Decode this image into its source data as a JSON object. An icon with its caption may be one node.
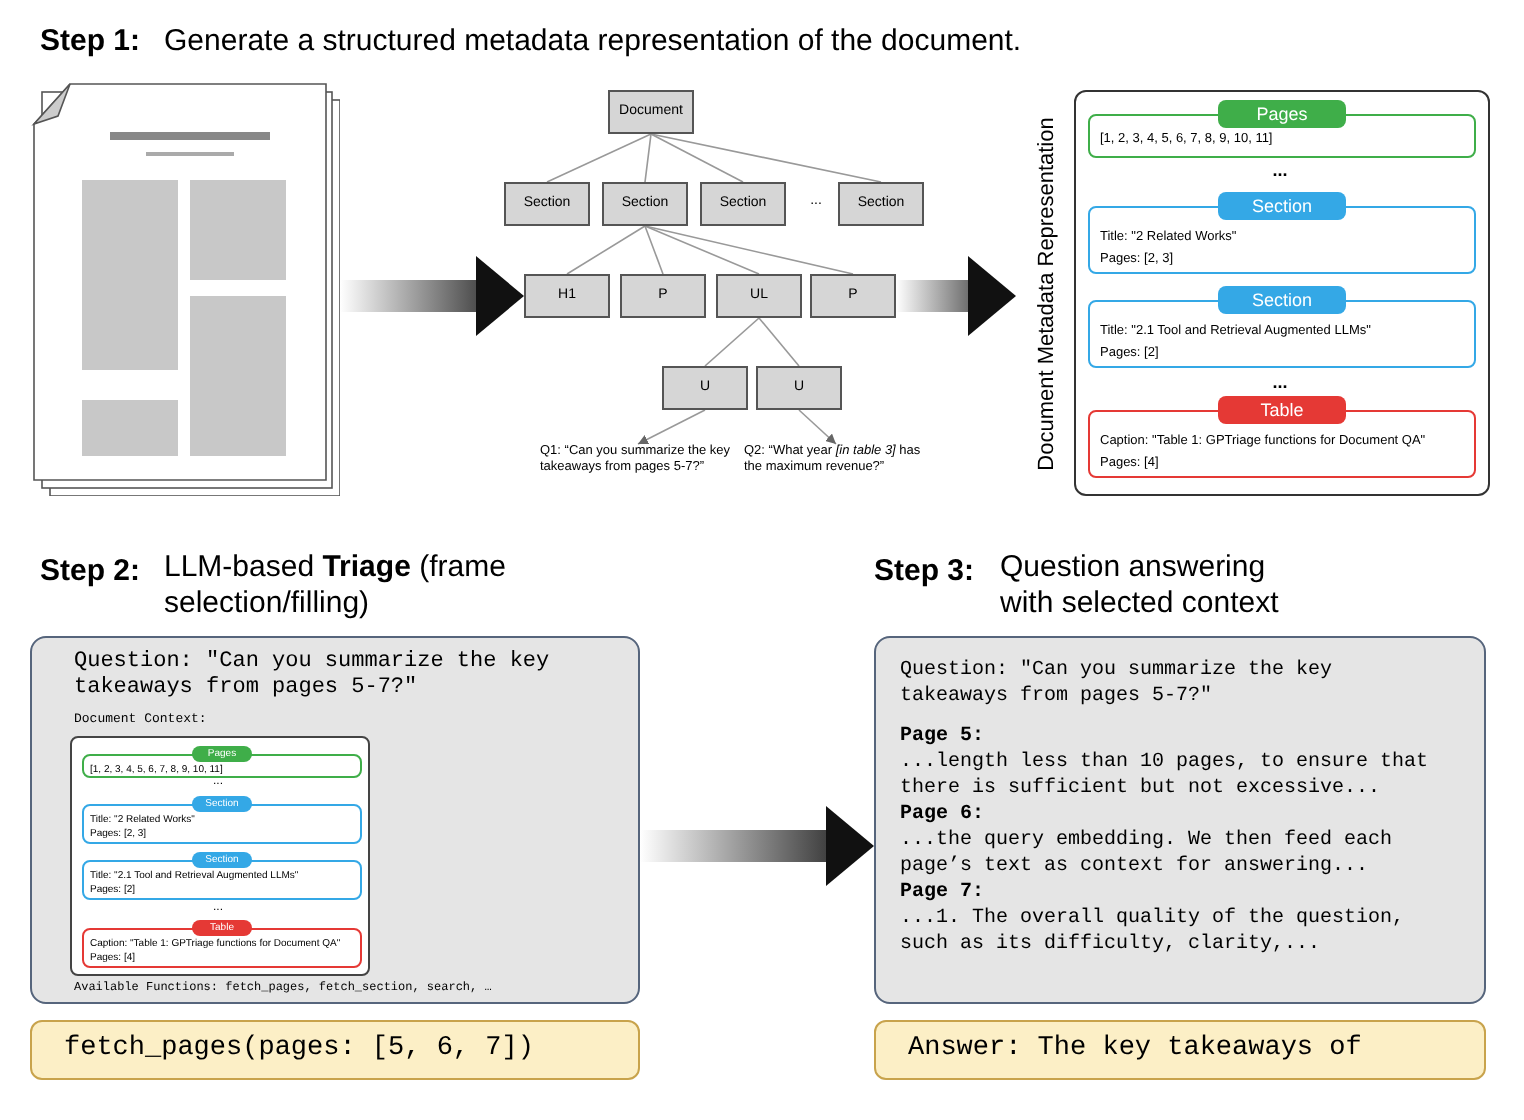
{
  "diagram": {
    "nodes": [
      {
        "text": [],
        "shape": "picture"
      },
      {
        "text": [
          "Document"
        ]
      },
      {
        "text": [
          "Section"
        ]
      },
      {
        "text": [
          "Section"
        ]
      },
      {
        "text": [
          "Section"
        ]
      },
      {
        "text": [
          "Section"
        ]
      },
      {
        "text": [
          "H1"
        ]
      },
      {
        "text": [
          "P"
        ]
      },
      {
        "text": [
          "UL"
        ]
      },
      {
        "text": [
          "P"
        ]
      },
      {
        "text": [
          "U"
        ]
      },
      {
        "text": [
          "U"
        ]
      },
      {
        "text": [
          "Q1: “Can you summarize the key takeaways from pages 5-7?”"
        ]
      },
      {
        "text": [
          "Q2: “What year *[in table 3]* has the maximum revenue?”"
        ]
      },
      {
        "text": [
          "Document Metadata Representation"
        ]
      },
      {
        "text": [
          "Pages",
          "[1, 2, 3, 4, 5, 6, 7, 8, 9, 10, 11]"
        ],
        "in": 14
      },
      {
        "text": [
          "Section",
          "Title: \"2 Related Works\"",
          "Pages: [2, 3]"
        ],
        "in": 14
      },
      {
        "text": [
          "Section",
          "Title: \"2.1 Tool and Retrieval Augmented LLMs\"",
          "Pages: [2]"
        ],
        "in": 14
      },
      {
        "text": [
          "Table",
          "Caption: \"Table 1: GPTriage functions for Document QA\"",
          "Pages: [4]"
        ],
        "in": 14
      },
      {
        "text": [
          "Question: \"Can you summarize the key takeaways from pages 5-7?\"",
          "Document Context:",
          "Available Functions: fetch_pages, fetch_section, search, …"
        ]
      },
      {
        "text": [],
        "shape": "box",
        "in": 19
      },
      {
        "text": [
          "Pages",
          "[1, 2, 3, 4, 5, 6, 7, 8, 9, 10, 11]"
        ],
        "in": 20
      },
      {
        "text": [
          "Section",
          "Title: \"2 Related Works\"",
          "Pages: [2, 3]"
        ],
        "in": 20
      },
      {
        "text": [
          "Section",
          "Title: \"2.1 Tool and Retrieval Augmented LLMs\"",
          "Pages: [2]"
        ],
        "in": 20
      },
      {
        "text": [
          "Table",
          "Caption: \"Table 1: GPTriage functions for Document QA\"",
          "Pages: [4]"
        ],
        "in": 20
      },
      {
        "text": [
          "fetch_pages(pages: [5, 6, 7])"
        ]
      },
      {
        "text": [
          "Question: \"Can you summarize the key takeaways from pages 5-7?\"",
          "Page 5:",
          "...length less than 10 pages, to ensure that there is sufficient but not excessive...",
          "Page 6:",
          "...the query embedding. We then feed each page’s text as context for answering...",
          "Page 7:",
          "...1. The overall quality of the question, such as its difficulty, clarity,..."
        ]
      },
      {
        "text": [
          "Answer: The key takeaways of"
        ]
      }
    ],
    "edges": [
      {
        "from": 1,
        "to": 2,
        "arrow": "none"
      },
      {
        "from": 1,
        "to": 3,
        "arrow": "none"
      },
      {
        "from": 1,
        "to": 4,
        "arrow": "none"
      },
      {
        "from": 1,
        "to": 5,
        "arrow": "none"
      },
      {
        "from": 3,
        "to": 6,
        "arrow": "none"
      },
      {
        "from": 3,
        "to": 7,
        "arrow": "none"
      },
      {
        "from": 3,
        "to": 8,
        "arrow": "none"
      },
      {
        "from": 3,
        "to": 9,
        "arrow": "none"
      },
      {
        "from": 8,
        "to": 10,
        "arrow": "none"
      },
      {
        "from": 8,
        "to": 11,
        "arrow": "none"
      },
      {
        "from": 10,
        "to": 12,
        "arrow": "to"
      },
      {
        "from": 11,
        "to": 13,
        "arrow": "to"
      },
      {
        "from": 0,
        "to": 6,
        "arrow": "to",
        "style": "thick"
      },
      {
        "from": 9,
        "to": 14,
        "arrow": "to",
        "style": "thick"
      },
      {
        "from": 19,
        "to": 26,
        "arrow": "to",
        "style": "thick"
      }
    ],
    "labels": [
      "Step 1:",
      "Generate a structured metadata representation of the document.",
      "...",
      "...",
      "...",
      "Step 2:",
      "LLM-based **Triage** (frame selection/filling)",
      "Step 3:",
      "Question answering with selected context",
      "...",
      "..."
    ]
  }
}
